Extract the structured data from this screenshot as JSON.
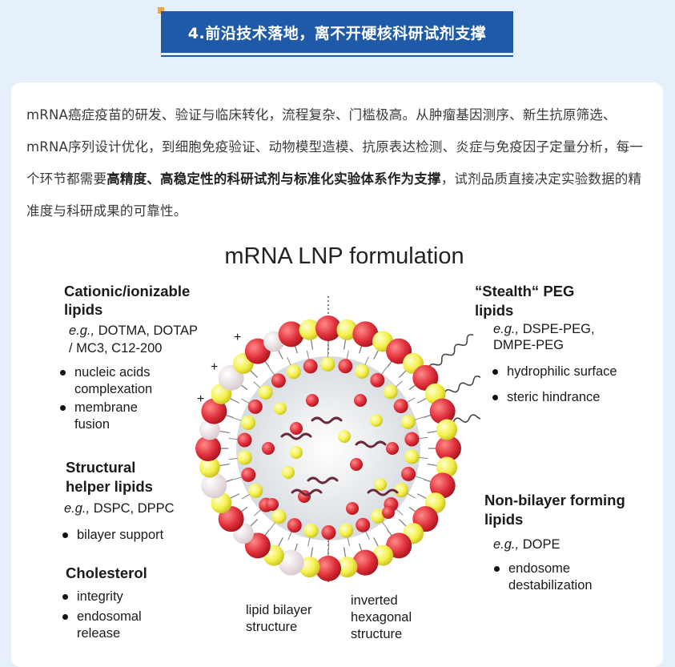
{
  "banner": {
    "title": "4.前沿技术落地，离不开硬核科研试剂支撑"
  },
  "intro": {
    "part1": "mRNA癌症疫苗的研发、验证与临床转化，流程复杂、门槛极高。从肿瘤基因测序、新生抗原筛选、mRNA序列设计优化，到细胞免疫验证、动物模型造模、抗原表达检测、炎症与免疫因子定量分析，每一个环节都需要",
    "bold": "高精度、高稳定性的科研试剂与标准化实验体系作为支撑",
    "part2": "，试剂品质直接决定实验数据的精准度与科研成果的可靠性。"
  },
  "figure": {
    "title": "mRNA LNP formulation",
    "cationic": {
      "heading_line1": "Cationic/ionizable",
      "heading_line2": "lipids",
      "example_prefix": "e.g.,",
      "example_line1": " DOTMA, DOTAP",
      "example_line2": "/ MC3, C12-200",
      "bullet1_line1": "nucleic acids",
      "bullet1_line2": "complexation",
      "bullet2_line1": "membrane",
      "bullet2_line2": "fusion"
    },
    "structural": {
      "heading_line1": "Structural",
      "heading_line2": "helper lipids",
      "example_prefix": "e.g.,",
      "example": " DSPC, DPPC",
      "bullet1": "bilayer support"
    },
    "cholesterol": {
      "heading": "Cholesterol",
      "bullet1": "integrity",
      "bullet2_line1": "endosomal",
      "bullet2_line2": "release"
    },
    "peg": {
      "heading_line1": "“Stealth“ PEG",
      "heading_line2": "lipids",
      "example_prefix": "e.g.,",
      "example_line1": " DSPE-PEG,",
      "example_line2": "DMPE-PEG",
      "bullet1": "hydrophilic surface",
      "bullet2": "steric hindrance"
    },
    "nonbilayer": {
      "heading_line1": "Non-bilayer forming",
      "heading_line2": "lipids",
      "example_prefix": "e.g.,",
      "example": " DOPE",
      "bullet1_line1": "endosome",
      "bullet1_line2": "destabilization"
    },
    "bilayer_caption_line1": "lipid bilayer",
    "bilayer_caption_line2": "structure",
    "hex_caption_line1": "inverted",
    "hex_caption_line2": "hexagonal",
    "hex_caption_line3": "structure",
    "plus_sign": "+",
    "colors": {
      "red": "#e0303a",
      "yellow": "#f4f04a",
      "mrna": "#6b2a3a"
    }
  }
}
